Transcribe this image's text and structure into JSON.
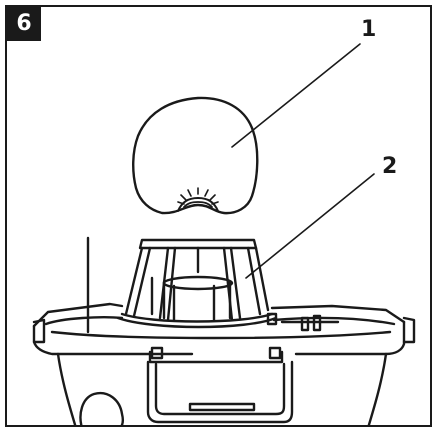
{
  "step": {
    "number": "6"
  },
  "callouts": [
    {
      "label": "1"
    },
    {
      "label": "2"
    }
  ]
}
